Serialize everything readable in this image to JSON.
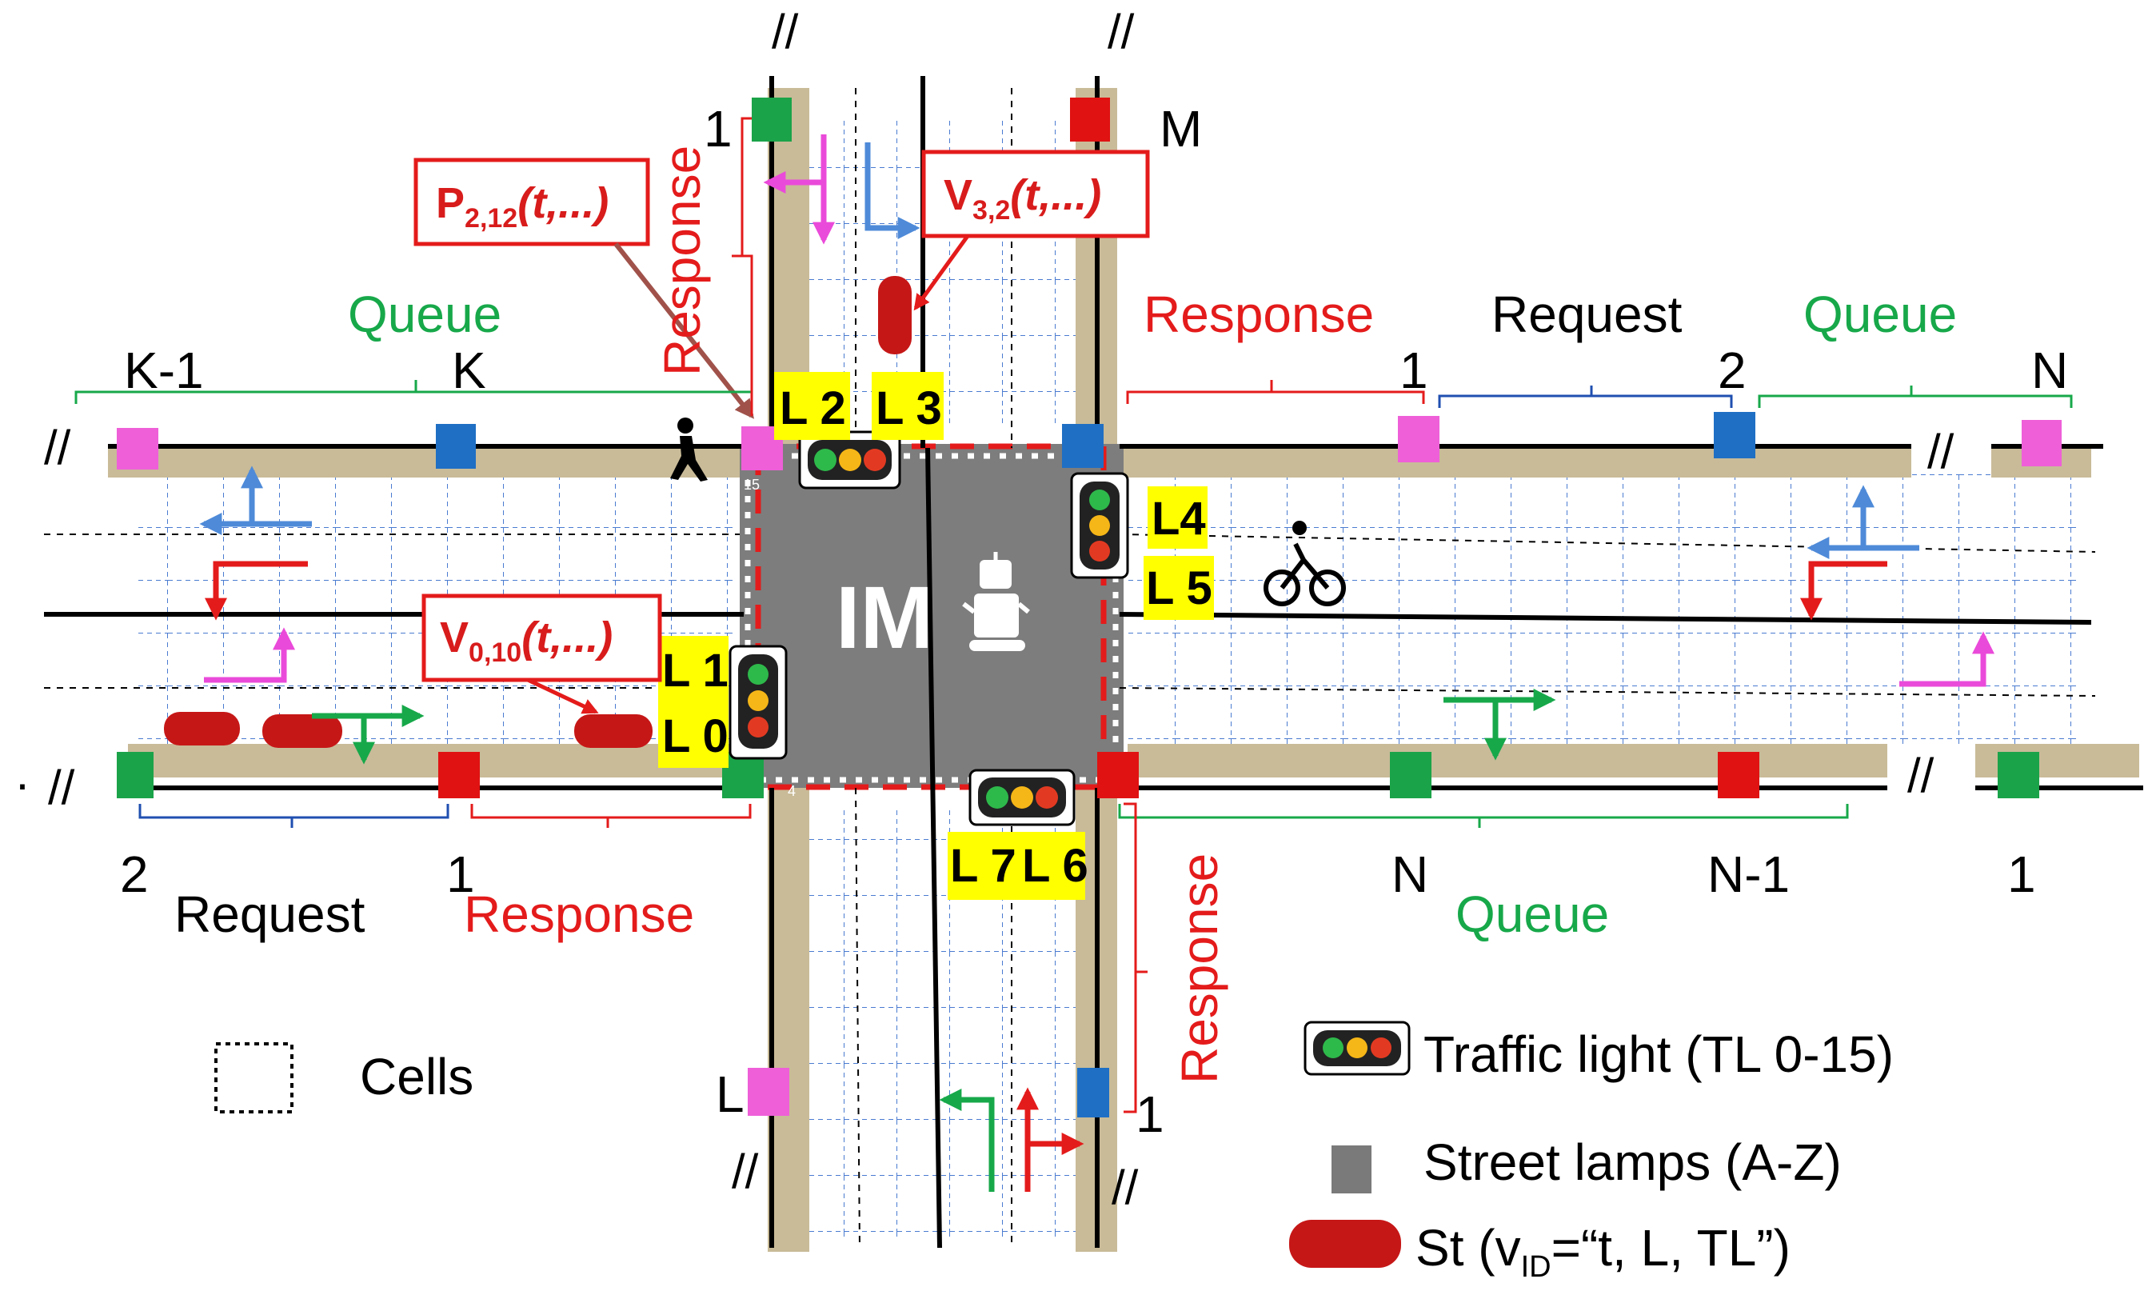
{
  "colors": {
    "sidewalk": "#c9bb98",
    "road": "#ffffff",
    "intersection": "#7d7d7d",
    "lane_line": "#000000",
    "grid": "#4a7bd0",
    "red": "#e41b1b",
    "green": "#17a84a",
    "magenta": "#ea4ad9",
    "blue": "#4e8ad8",
    "pink_lamp": "#ee5fd8",
    "blue_lamp": "#1f6fc4",
    "green_lamp": "#1ba349",
    "red_lamp": "#e01212",
    "highlight": "#ffff00"
  },
  "center": {
    "label": "IM",
    "icon": "robot-icon"
  },
  "callouts": {
    "p": {
      "main": "P",
      "sub": "2,12",
      "args": "(t,...)"
    },
    "v32": {
      "main": "V",
      "sub": "3,2",
      "args": "(t,...)"
    },
    "v010": {
      "main": "V",
      "sub": "0,10",
      "args": "(t,...)"
    }
  },
  "light_labels": {
    "l0": "L 0",
    "l1": "L 1",
    "l2": "L 2",
    "l3": "L 3",
    "l4": "L4",
    "l5": "L 5",
    "l6": "L 6",
    "l7": "L 7"
  },
  "top_left": {
    "queue": "Queue",
    "k_minus_1": "K-1",
    "k": "K"
  },
  "top_right": {
    "response": "Response",
    "request": "Request",
    "queue": "Queue",
    "n1": "1",
    "n2": "2",
    "nN": "N"
  },
  "vertical": {
    "top_num": "1",
    "top_M": "M",
    "top_response": "Response",
    "bottom_L": "L",
    "bottom_1": "1",
    "bottom_response": "Response"
  },
  "bottom_left": {
    "n2": "2",
    "n1": "1",
    "request": "Request",
    "response": "Response"
  },
  "bottom_right": {
    "nN": "N",
    "nN1": "N-1",
    "n1": "1",
    "queue": "Queue"
  },
  "breaks": "//",
  "tick_dot": "·",
  "legend": {
    "cells": "Cells",
    "traffic_light": "Traffic light (TL  0-15)",
    "street_lamps": "Street lamps (A-Z)",
    "st_prefix": "St (v",
    "st_sub": "ID",
    "st_suffix": "=“t, L, TL”)"
  },
  "small_marks": {
    "tl15": "15",
    "tl4": "4"
  }
}
